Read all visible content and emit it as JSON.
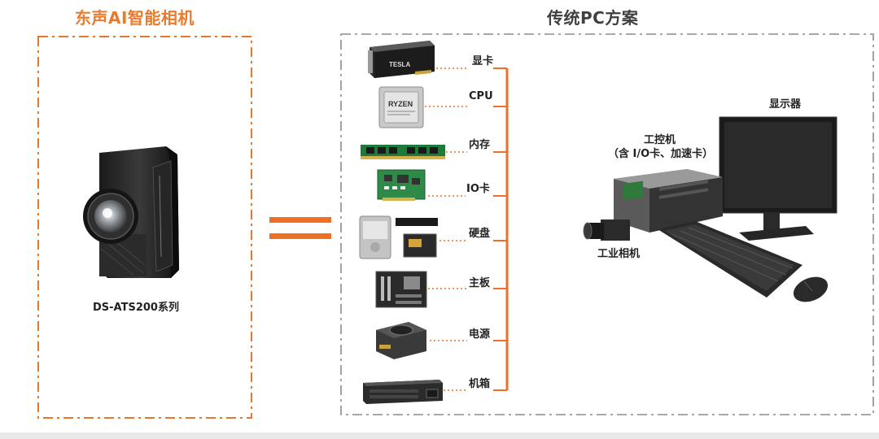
{
  "left": {
    "title": "东声AI智能相机",
    "product_label": "DS-ATS200系列",
    "title_color": "#ec7a2c",
    "frame_color": "#e8772e"
  },
  "equals_color": "#ef6f24",
  "right": {
    "title": "传统PC方案",
    "frame_color": "#8c8c8c",
    "components": [
      {
        "label": "显卡",
        "icon": "graphics-card-icon"
      },
      {
        "label": "CPU",
        "icon": "cpu-icon"
      },
      {
        "label": "内存",
        "icon": "memory-module-icon"
      },
      {
        "label": "IO卡",
        "icon": "io-card-icon"
      },
      {
        "label": "硬盘",
        "icon": "hard-disk-icon"
      },
      {
        "label": "主板",
        "icon": "motherboard-icon"
      },
      {
        "label": "电源",
        "icon": "power-supply-icon"
      },
      {
        "label": "机箱",
        "icon": "server-chassis-icon"
      }
    ],
    "gpu_brand": "TESLA",
    "cpu_brand": "RYZEN",
    "pc_setup": {
      "monitor_label": "显示器",
      "ipc_label_line1": "工控机",
      "ipc_label_line2": "（含 I/O卡、加速卡）",
      "camera_label": "工业相机"
    },
    "bus_color": "#ef6f24"
  }
}
